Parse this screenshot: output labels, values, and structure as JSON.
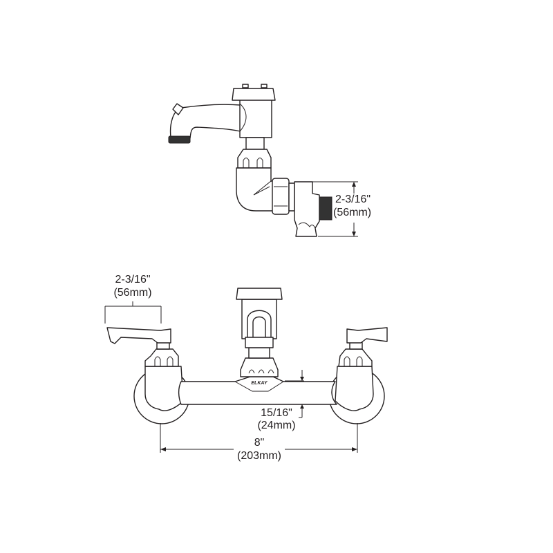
{
  "side_view": {
    "height_dimension": {
      "imperial": "2-3/16\"",
      "metric": "(56mm)"
    }
  },
  "front_view": {
    "handle_dimension": {
      "imperial": "2-3/16\"",
      "metric": "(56mm)"
    },
    "body_dimension": {
      "imperial": "15/16\"",
      "metric": "(24mm)"
    },
    "center_dimension": {
      "imperial": "8\"",
      "metric": "(203mm)"
    },
    "brand_mark": "ELKAY"
  },
  "colors": {
    "line": "#231f20",
    "background": "#ffffff"
  }
}
